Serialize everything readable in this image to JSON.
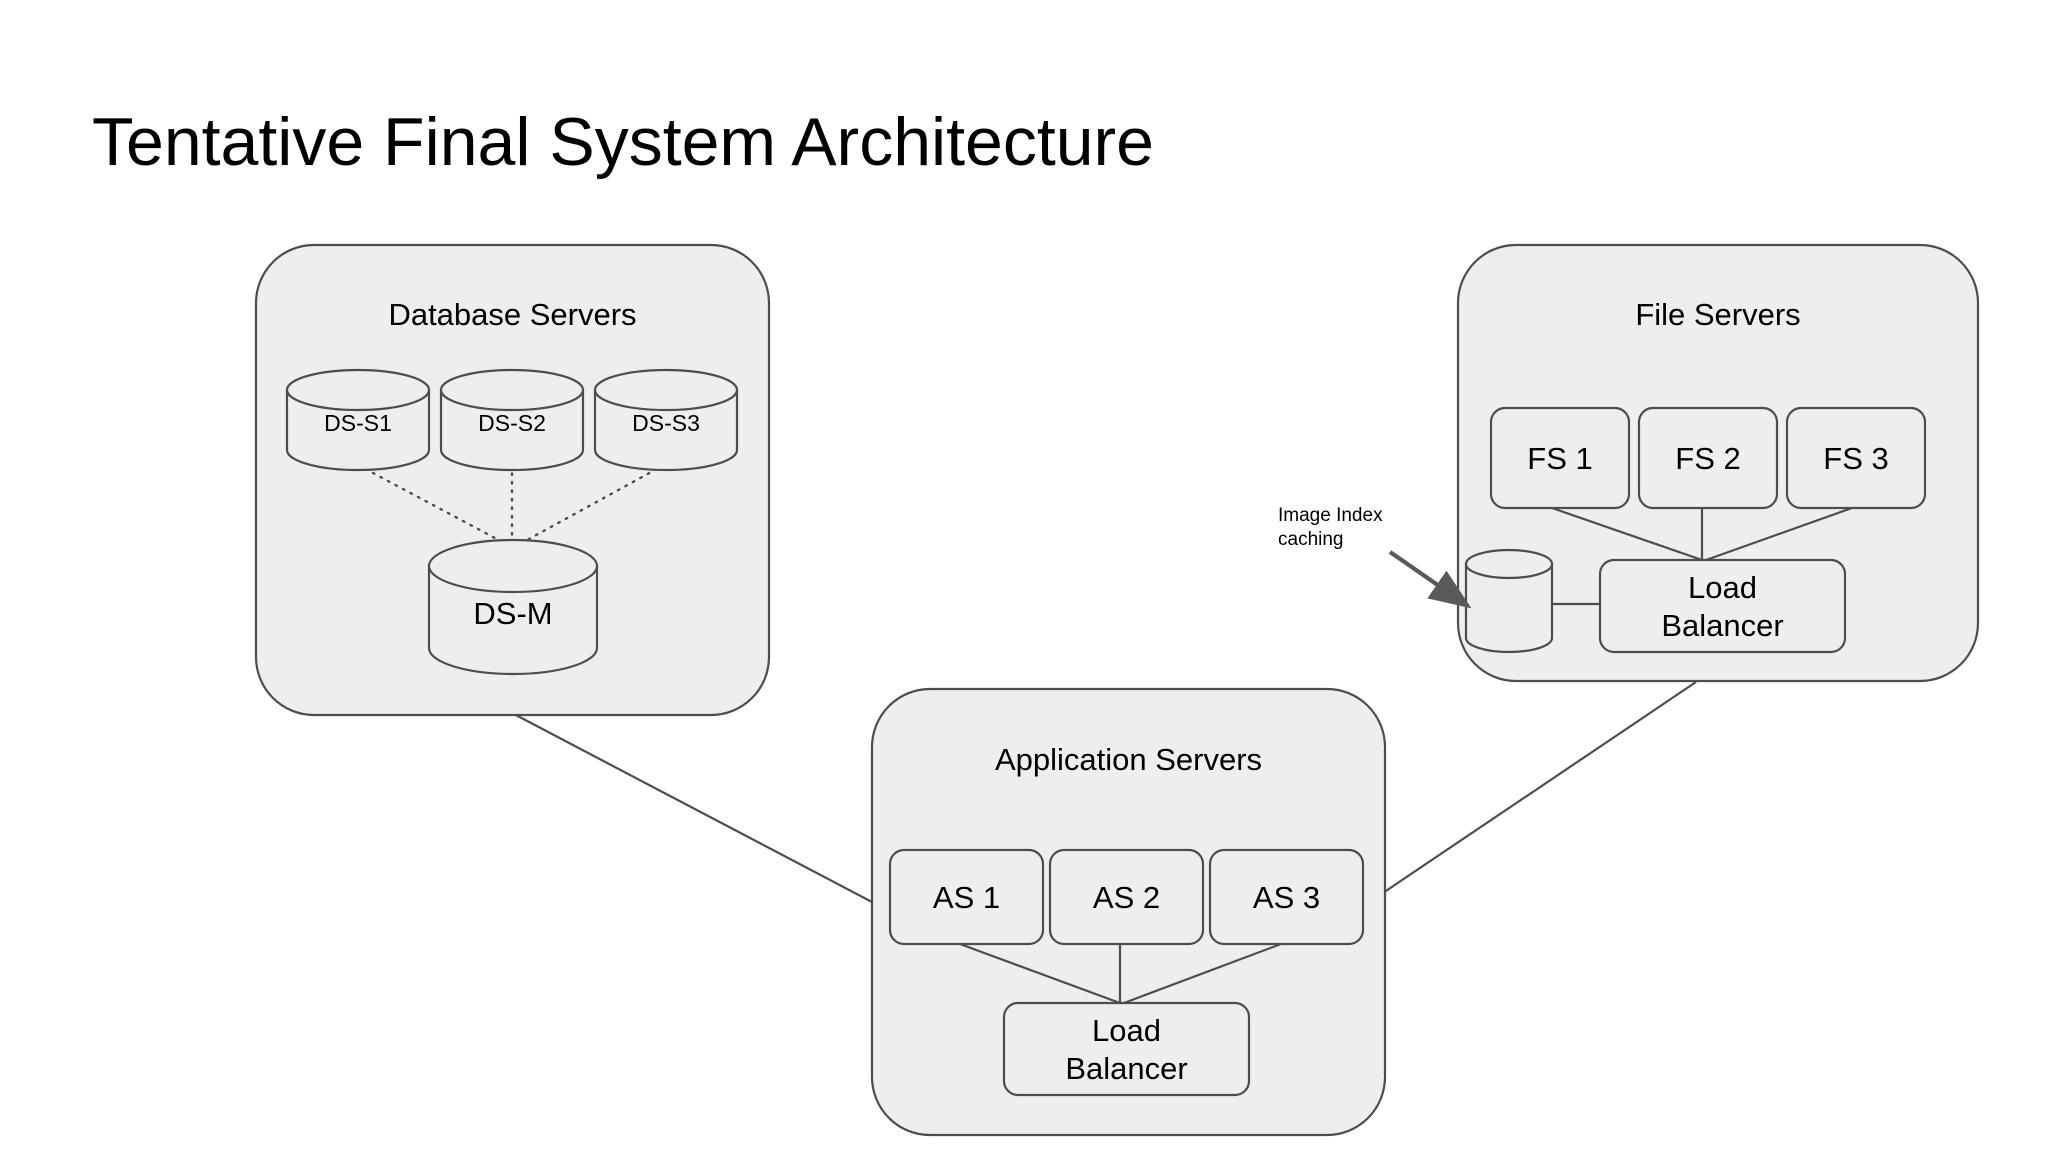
{
  "page": {
    "title": "Tentative Final System Architecture",
    "background_color": "#ffffff",
    "group_fill": "#eeeeee",
    "stroke_color": "#4d4d4d",
    "arrow_color": "#5a5a5a",
    "text_color": "#000000"
  },
  "groups": {
    "database_servers": {
      "title": "Database Servers",
      "replicas": [
        {
          "label": "DS-S1"
        },
        {
          "label": "DS-S2"
        },
        {
          "label": "DS-S3"
        }
      ],
      "master": {
        "label": "DS-M"
      }
    },
    "application_servers": {
      "title": "Application Servers",
      "nodes": [
        {
          "label": "AS 1"
        },
        {
          "label": "AS 2"
        },
        {
          "label": "AS 3"
        }
      ],
      "load_balancer": {
        "line1": "Load",
        "line2": "Balancer"
      }
    },
    "file_servers": {
      "title": "File Servers",
      "nodes": [
        {
          "label": "FS 1"
        },
        {
          "label": "FS 2"
        },
        {
          "label": "FS 3"
        }
      ],
      "load_balancer": {
        "line1": "Load",
        "line2": "Balancer"
      },
      "cache": {
        "label": ""
      }
    }
  },
  "annotations": {
    "image_index_caching": {
      "line1": "Image Index",
      "line2": "caching"
    }
  }
}
